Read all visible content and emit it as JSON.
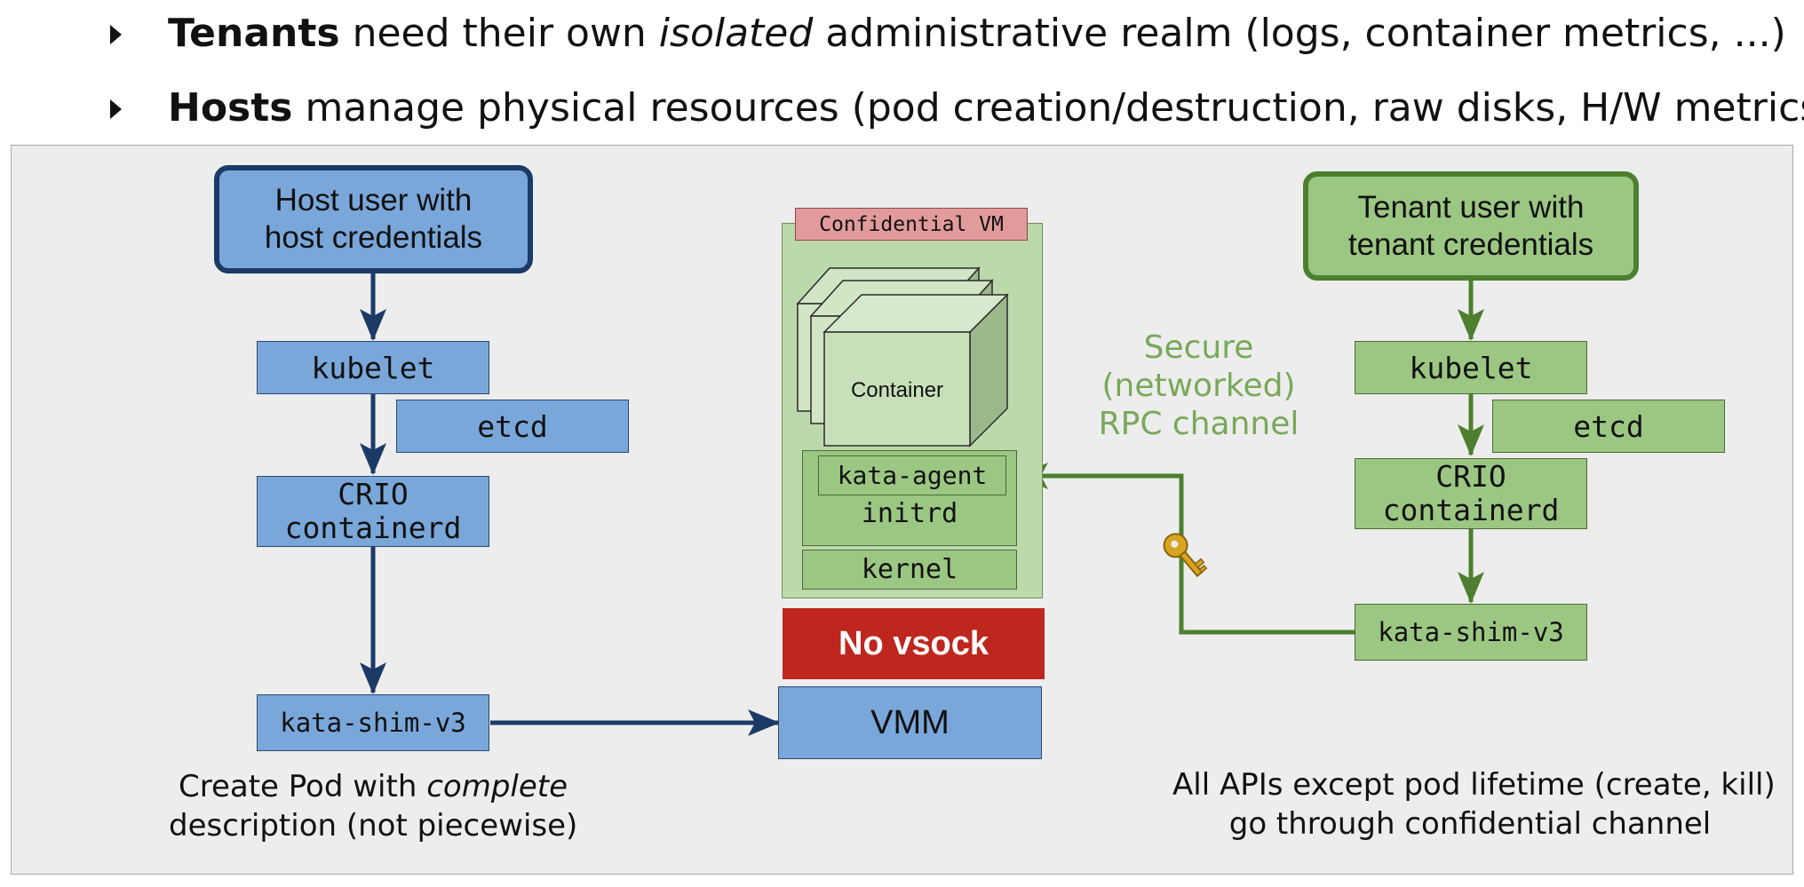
{
  "bullets": {
    "tenants": {
      "bold": "Tenants",
      "pre": " need their own ",
      "em": "isolated",
      "post": " administrative realm (logs, container metrics, ...)"
    },
    "hosts": {
      "bold": "Hosts",
      "post": " manage physical resources (pod creation/destruction, raw disks, H/W metrics...)"
    }
  },
  "host": {
    "user_line1": "Host user with",
    "user_line2": "host credentials",
    "kubelet": "kubelet",
    "etcd": "etcd",
    "runtime_line1": "CRIO",
    "runtime_line2": "containerd",
    "shim": "kata-shim-v3",
    "caption_pre": "Create Pod with ",
    "caption_em": "complete",
    "caption_line2": "description (not piecewise)"
  },
  "vm": {
    "title": "Confidential VM",
    "container": "Container",
    "agent": "kata-agent",
    "initrd": "initrd",
    "kernel": "kernel",
    "no_vsock": "No vsock",
    "vmm": "VMM"
  },
  "channel": {
    "line1": "Secure",
    "line2": "(networked)",
    "line3": "RPC channel"
  },
  "tenant": {
    "user_line1": "Tenant user with",
    "user_line2": "tenant credentials",
    "kubelet": "kubelet",
    "etcd": "etcd",
    "runtime_line1": "CRIO",
    "runtime_line2": "containerd",
    "shim": "kata-shim-v3",
    "caption_line1": "All APIs except pod lifetime (create, kill)",
    "caption_line2": "go through confidential channel"
  },
  "icons": {
    "key": "key-icon",
    "bullet": "triangle-right-icon"
  },
  "colors": {
    "host_blue": "#7aa7da",
    "host_border": "#1c3a66",
    "tenant_green": "#9cc783",
    "tenant_border": "#4d7f2e",
    "channel_text": "#79a85a",
    "no_vsock_red": "#be261e",
    "vm_title_pink": "#e29b9b"
  }
}
